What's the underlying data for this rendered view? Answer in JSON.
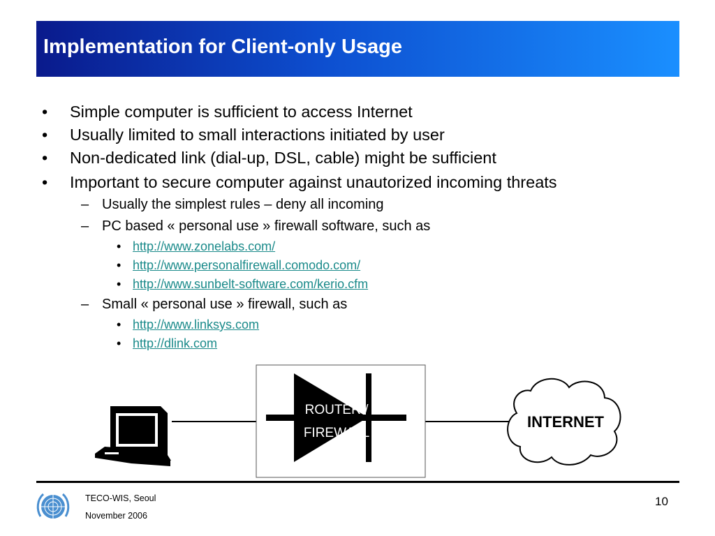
{
  "title": "Implementation for Client-only Usage",
  "bullets": {
    "b1": "Simple computer is sufficient to access Internet",
    "b2": "Usually limited to small interactions initiated by user",
    "b3": "Non-dedicated link (dial-up, DSL, cable) might be sufficient",
    "b4": "Important to secure computer against unautorized incoming threats",
    "s1": "Usually the simplest rules – deny all incoming",
    "s2": "PC based « personal use » firewall software, such as",
    "s2_links": [
      "http://www.zonelabs.com/",
      "http://www.personalfirewall.comodo.com/",
      "http://www.sunbelt-software.com/kerio.cfm"
    ],
    "s3": "Small « personal use » firewall, such as",
    "s3_links": [
      "http://www.linksys.com",
      "http://dlink.com"
    ]
  },
  "markers": {
    "bullet": "•",
    "dash": "–"
  },
  "diagram": {
    "router_line1": "ROUTER /",
    "router_line2": "FIREWALL",
    "internet_label": "INTERNET",
    "computer_icon": "desktop-computer-icon",
    "cloud_icon": "cloud-icon"
  },
  "footer": {
    "org_line1": "TECO-WIS, Seoul",
    "org_line2": "November 2006",
    "page_number": "10",
    "logo_icon": "un-emblem-icon"
  },
  "colors": {
    "title_start": "#0a1a8c",
    "title_end": "#1a8fff",
    "link": "#1a8a8a"
  }
}
